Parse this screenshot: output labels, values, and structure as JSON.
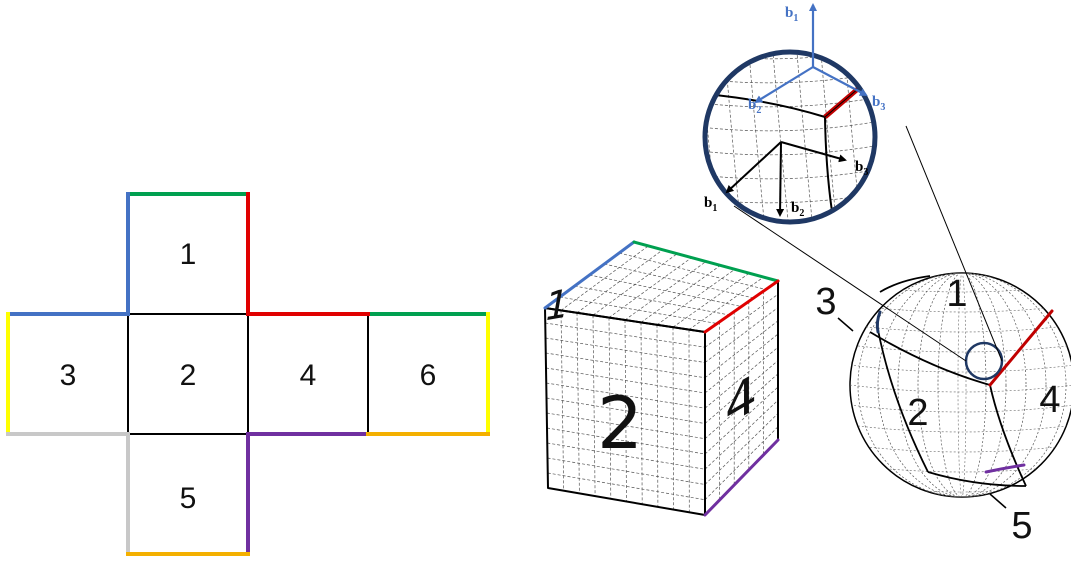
{
  "colors": {
    "blue": "#4472C4",
    "green": "#00A050",
    "red": "#E00000",
    "yellow": "#FFFF00",
    "gray": "#C8C8C8",
    "purple": "#7030A0",
    "orange": "#F4B000",
    "navy": "#1F3864",
    "vector_blue": "#4472C4",
    "vector_black": "#000000"
  },
  "net": {
    "face1": "1",
    "face2": "2",
    "face3": "3",
    "face4": "4",
    "face5": "5",
    "face6": "6"
  },
  "cube": {
    "top_face": "1",
    "front_face": "2",
    "side_face": "4"
  },
  "sphere": {
    "face1": "1",
    "face2": "2",
    "face3": "3",
    "face4": "4",
    "face5": "5"
  },
  "zoom": {
    "blue_vectors": {
      "b1": "b",
      "b1_sub": "1",
      "b2": "b",
      "b2_sub": "2",
      "b3": "b",
      "b3_sub": "3"
    },
    "black_vectors": {
      "b1": "b",
      "b1_sub": "1",
      "b2": "b",
      "b2_sub": "2",
      "b3": "b",
      "b3_sub": "3"
    }
  }
}
